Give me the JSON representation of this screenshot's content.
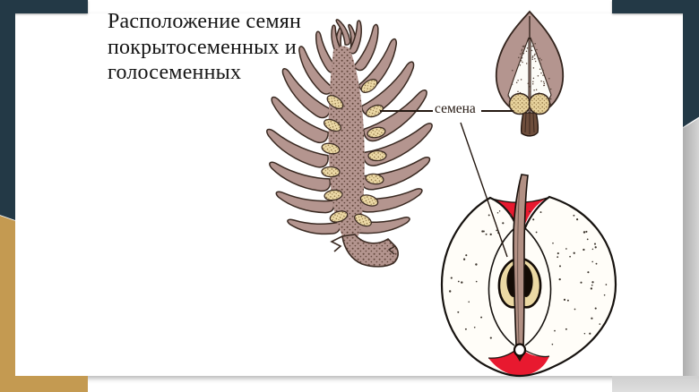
{
  "slide": {
    "title_lines": [
      "Расположение семян",
      "покрытосеменных и",
      "голосеменных"
    ],
    "seeds_label": "семена"
  },
  "colors": {
    "accent_teal": "#233946",
    "accent_gold": "#c49a51",
    "cone_mauve": "#b4958f",
    "seed_tan": "#ecd9a6",
    "apple_red": "#e8192f",
    "stem_brown": "#b29084"
  }
}
